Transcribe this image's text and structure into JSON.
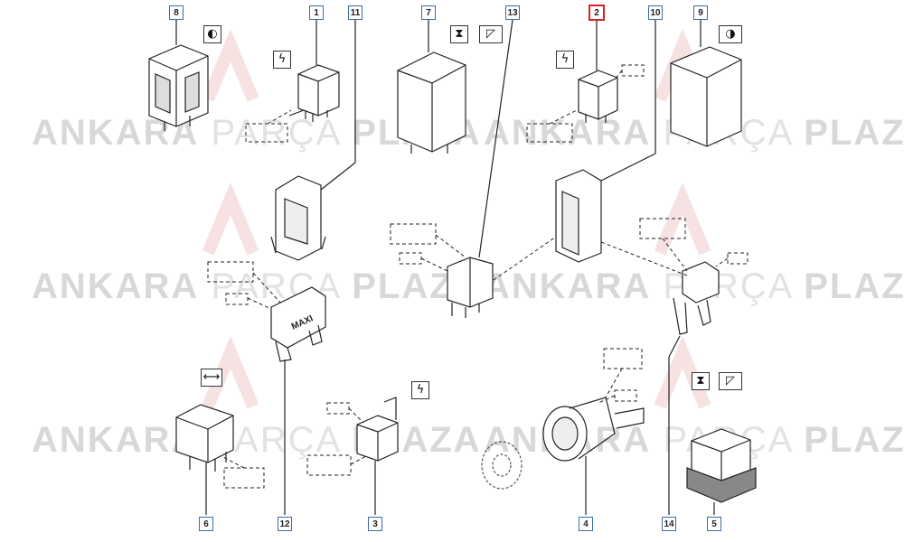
{
  "watermark": {
    "word1": "ANKARA",
    "word2": "PARÇA",
    "word3": "PLAZA"
  },
  "callouts": [
    {
      "id": "8",
      "selected": false
    },
    {
      "id": "1",
      "selected": false
    },
    {
      "id": "11",
      "selected": false
    },
    {
      "id": "7",
      "selected": false
    },
    {
      "id": "13",
      "selected": false
    },
    {
      "id": "2",
      "selected": true
    },
    {
      "id": "10",
      "selected": false
    },
    {
      "id": "9",
      "selected": false
    },
    {
      "id": "12",
      "selected": false
    },
    {
      "id": "6",
      "selected": false
    },
    {
      "id": "3",
      "selected": false
    },
    {
      "id": "4",
      "selected": false
    },
    {
      "id": "14",
      "selected": false
    },
    {
      "id": "5",
      "selected": false
    }
  ],
  "fuse_label": "MAXI",
  "colors": {
    "callout_border": "#3a6ea5",
    "selected_border": "#e02020",
    "line": "#222222",
    "watermark": "#d8d8d8"
  },
  "symbols": [
    "headlamp-icon",
    "lightning-icon",
    "hourglass-icon",
    "wiper-icon",
    "arrows-icon"
  ]
}
